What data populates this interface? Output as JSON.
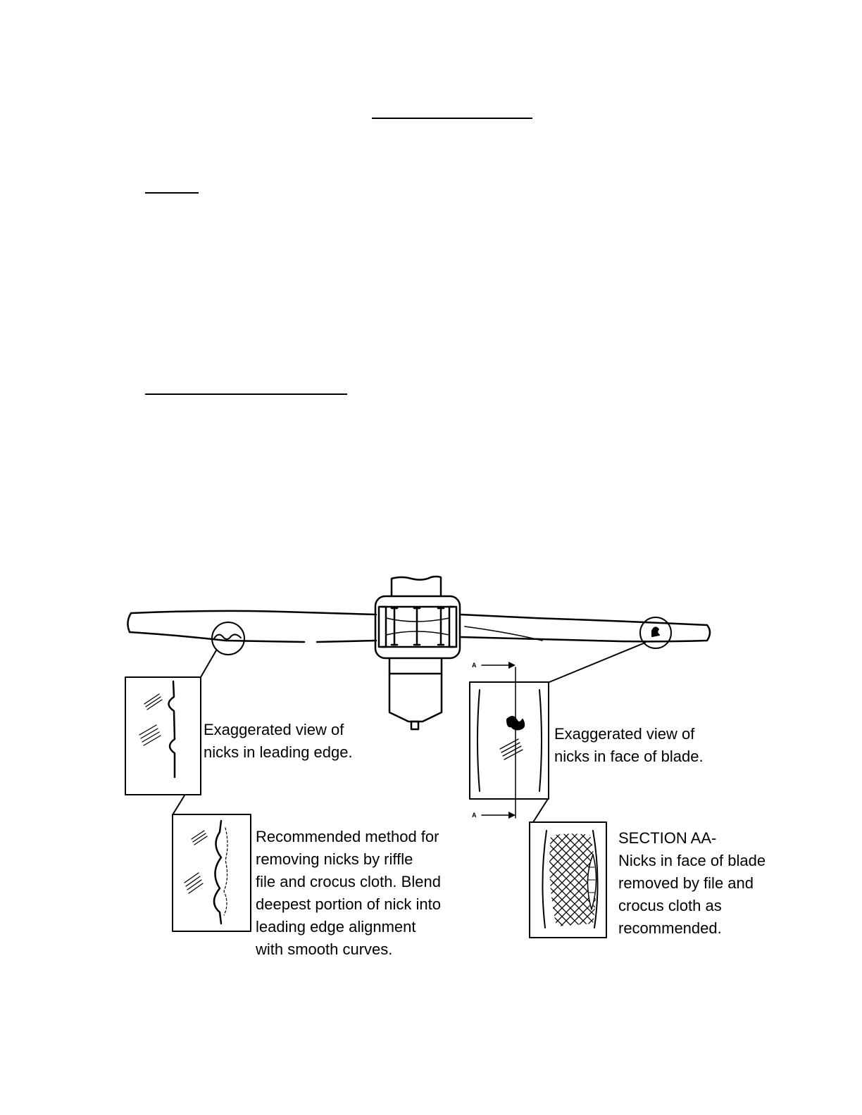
{
  "captions": {
    "leading_edge": [
      "Exaggerated view of",
      "nicks in leading edge."
    ],
    "face_of_blade": [
      "Exaggerated view of",
      "nicks in face of blade."
    ],
    "recommended_method": [
      "Recommended method for",
      "removing nicks by riffle",
      "file and crocus cloth. Blend",
      "deepest portion of nick into",
      "leading edge alignment",
      "with smooth curves."
    ],
    "section_aa": [
      "SECTION AA-",
      "Nicks in face of blade",
      "removed by file and",
      "crocus cloth as",
      "recommended."
    ]
  },
  "section_marks": {
    "top": "A",
    "bottom": "A"
  }
}
